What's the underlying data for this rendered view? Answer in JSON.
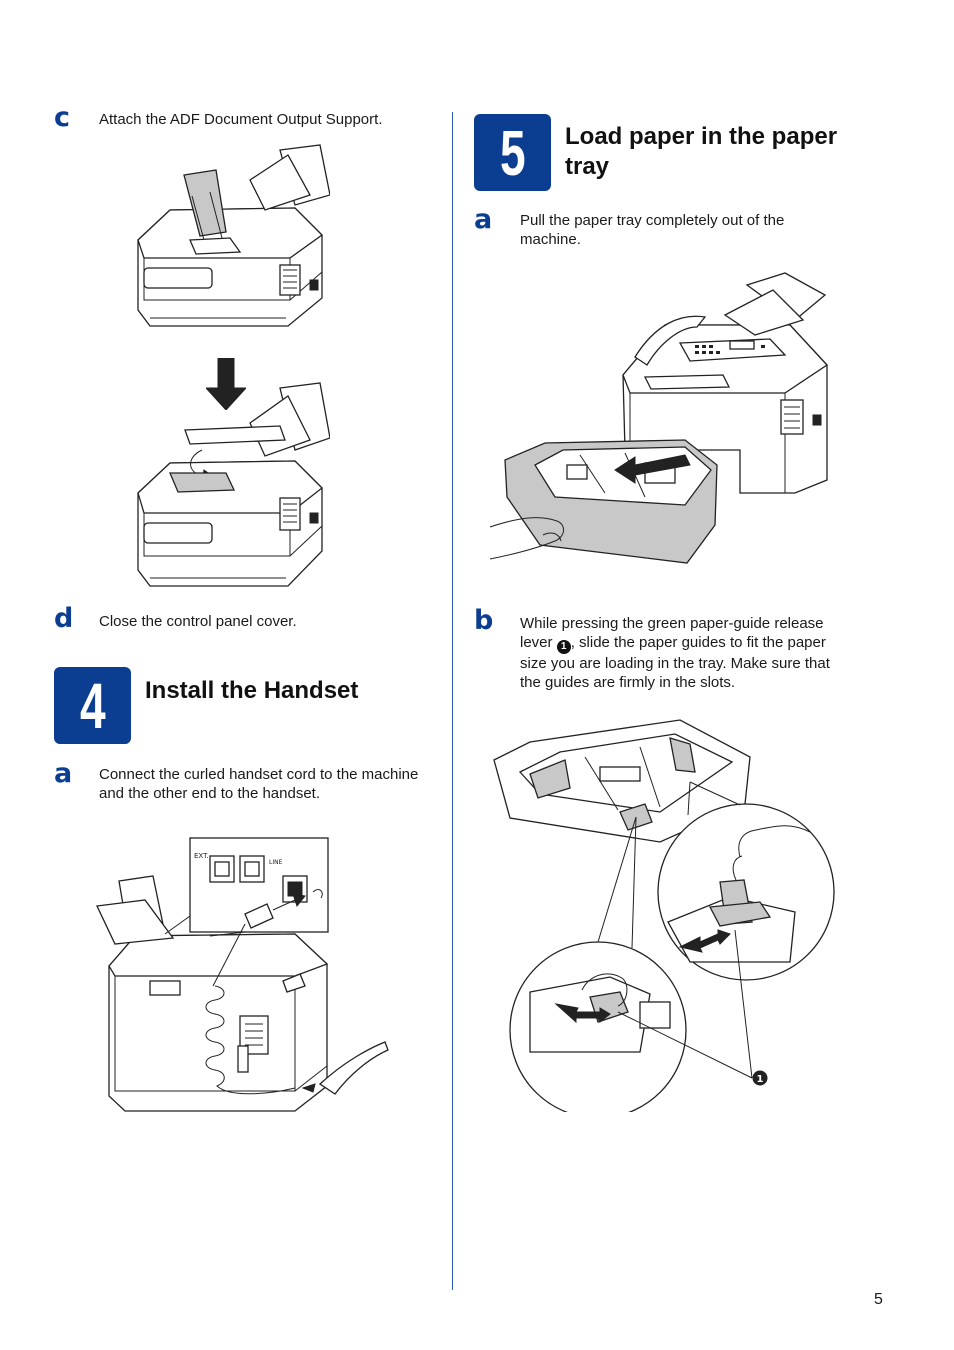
{
  "left_column": {
    "step_c": {
      "letter": "c",
      "text": "Attach the ADF Document Output Support."
    },
    "step_d": {
      "letter": "d",
      "text": "Close the control panel cover."
    },
    "section4": {
      "number": "4",
      "title": "Install the Handset",
      "step_a": {
        "letter": "a",
        "text": "Connect the curled handset cord to the machine and the other end to the handset."
      }
    }
  },
  "right_column": {
    "section5": {
      "number": "5",
      "title": "Load paper in the paper tray",
      "step_a": {
        "letter": "a",
        "text": "Pull the paper tray completely out of the machine."
      },
      "step_b": {
        "letter": "b",
        "text_before": "While pressing the green paper-guide release lever ",
        "callout": "1",
        "text_after": ", slide the paper guides to fit the paper size you are loading in the tray. Make sure that the guides are firmly in the slots."
      },
      "figure_callout": "1"
    }
  },
  "figure_labels": {
    "ext": "EXT.",
    "line": "LINE"
  },
  "page_number": "5",
  "colors": {
    "accent": "#0b3d91",
    "divider": "#2a5db0"
  }
}
